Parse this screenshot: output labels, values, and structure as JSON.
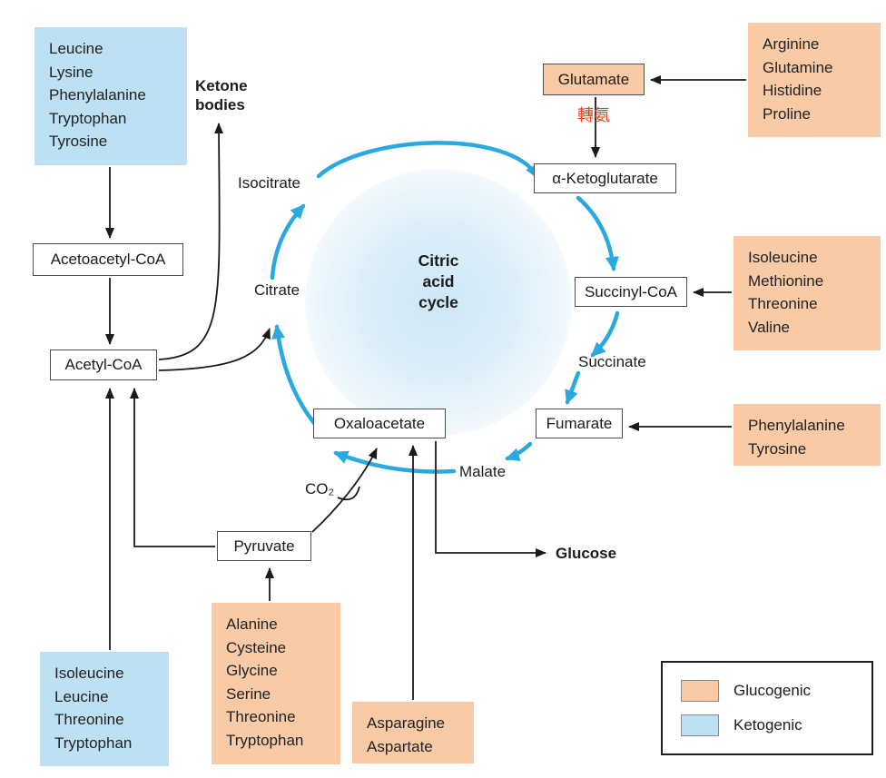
{
  "colors": {
    "glucogenic": "#f8cba6",
    "ketogenic": "#bde0f3",
    "cycle_blue": "#2aa9e0",
    "arrow_black": "#1a1a1a",
    "transamination_red": "#fb3b1e"
  },
  "pools": {
    "ketogenic_top": "Leucine\nLysine\nPhenylalanine\nTryptophan\nTyrosine",
    "arginine": "Arginine\nGlutamine\nHistidine\nProline",
    "isoleucine": "Isoleucine\nMethionine\nThreonine\nValine",
    "phenylalanine": "Phenylalanine\nTyrosine",
    "alanine": "Alanine\nCysteine\nGlycine\nSerine\nThreonine\nTryptophan",
    "asparagine": "Asparagine\nAspartate",
    "ketogenic_bottom": "Isoleucine\nLeucine\nThreonine\nTryptophan"
  },
  "nodes": {
    "acetoacetyl_coa": "Acetoacetyl-CoA",
    "acetyl_coa": "Acetyl-CoA",
    "glutamate": "Glutamate",
    "alpha_ketoglutarate": "α-Ketoglutarate",
    "succinyl_coa": "Succinyl-CoA",
    "fumarate": "Fumarate",
    "oxaloacetate": "Oxaloacetate",
    "pyruvate": "Pyruvate"
  },
  "labels": {
    "ketone_bodies": "Ketone\nbodies",
    "isocitrate": "Isocitrate",
    "citrate": "Citrate",
    "cycle_title": "Citric\nacid\ncycle",
    "succinate": "Succinate",
    "malate": "Malate",
    "co2": "CO₂",
    "glucose": "Glucose",
    "transamination": "轉氨"
  },
  "legend": {
    "glucogenic": "Glucogenic",
    "ketogenic": "Ketogenic"
  }
}
